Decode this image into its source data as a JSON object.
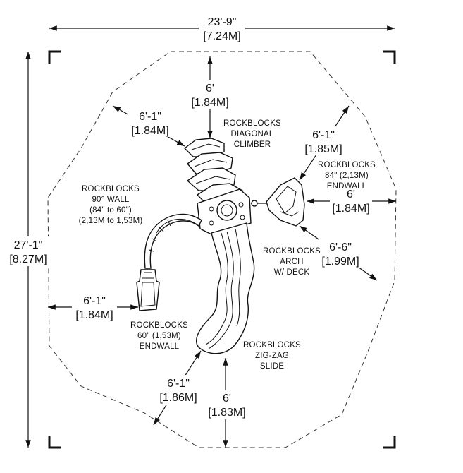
{
  "overall": {
    "width": {
      "imperial": "23'-9\"",
      "metric": "[7.24M]"
    },
    "depth": {
      "imperial": "27'-1\"",
      "metric": "[8.27M]"
    }
  },
  "clearances": [
    {
      "id": "climber-top",
      "imperial": "6'",
      "metric": "[1.84M]"
    },
    {
      "id": "climber-left",
      "imperial": "6'-1\"",
      "metric": "[1.84M]"
    },
    {
      "id": "endwall84-top",
      "imperial": "6'-1\"",
      "metric": "[1.85M]"
    },
    {
      "id": "endwall84-right",
      "imperial": "6'",
      "metric": "[1.84M]"
    },
    {
      "id": "arch-right",
      "imperial": "6'-6\"",
      "metric": "[1.99M]"
    },
    {
      "id": "endwall60-left",
      "imperial": "6'-1\"",
      "metric": "[1.84M]"
    },
    {
      "id": "slide-left",
      "imperial": "6'-1\"",
      "metric": "[1.86M]"
    },
    {
      "id": "slide-bottom",
      "imperial": "6'",
      "metric": "[1.83M]"
    }
  ],
  "components": [
    {
      "id": "diagonal-climber",
      "lines": [
        "ROCKBLOCKS",
        "DIAGONAL",
        "CLIMBER"
      ]
    },
    {
      "id": "endwall-84",
      "lines": [
        "ROCKBLOCKS",
        "84\" (2,13M)",
        "ENDWALL"
      ]
    },
    {
      "id": "wall-90",
      "lines": [
        "ROCKBLOCKS",
        "90° WALL",
        "(84\" to 60\")",
        "(2,13M to 1,53M)"
      ]
    },
    {
      "id": "arch-deck",
      "lines": [
        "ROCKBLOCKS",
        "ARCH",
        "W/ DECK"
      ]
    },
    {
      "id": "endwall-60",
      "lines": [
        "ROCKBLOCKS",
        "60\" (1,53M)",
        "ENDWALL"
      ]
    },
    {
      "id": "zigzag-slide",
      "lines": [
        "ROCKBLOCKS",
        "ZIG-ZAG",
        "SLIDE"
      ]
    }
  ]
}
